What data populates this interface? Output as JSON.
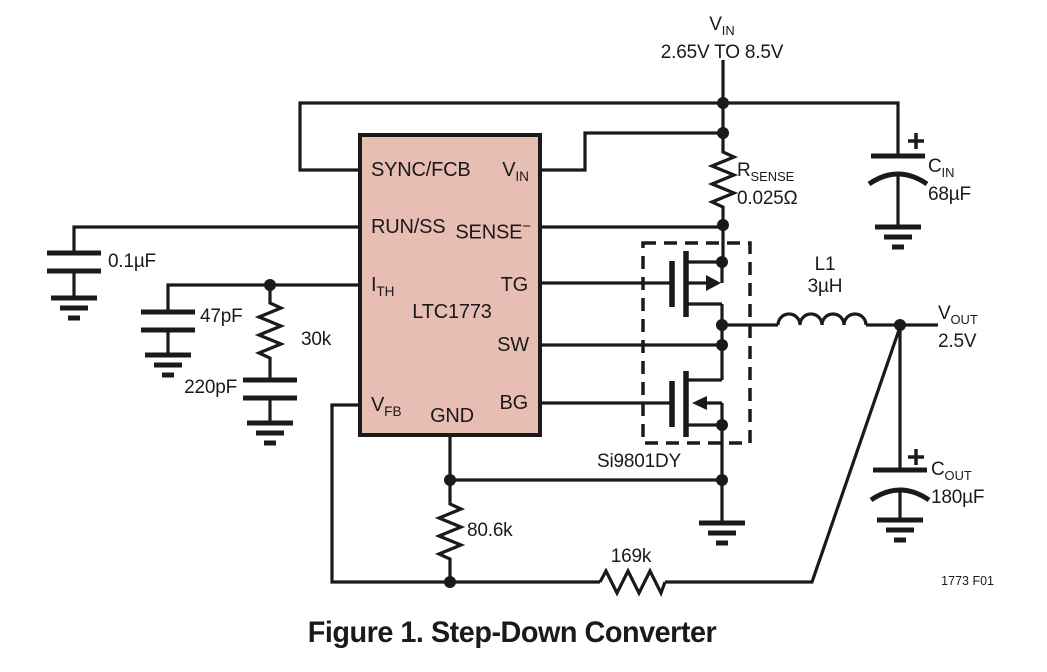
{
  "figure": {
    "caption": "Figure 1. Step-Down Converter",
    "code": "1773 F01"
  },
  "supply": {
    "sym": "V",
    "sub": "IN",
    "range": "2.65V TO 8.5V"
  },
  "ic": {
    "name": "LTC1773",
    "pins": {
      "sync_fcb": "SYNC/FCB",
      "run_ss": "RUN/SS",
      "ith_sym": "I",
      "ith_sub": "TH",
      "vfb_sym": "V",
      "vfb_sub": "FB",
      "gnd": "GND",
      "vin_sym": "V",
      "vin_sub": "IN",
      "sense_sym": "SENSE",
      "sense_sup": "−",
      "tg": "TG",
      "sw": "SW",
      "bg": "BG"
    }
  },
  "parts": {
    "rsense": {
      "sym": "R",
      "sub": "SENSE",
      "value": "0.025Ω"
    },
    "cin": {
      "sym": "C",
      "sub": "IN",
      "value": "68µF"
    },
    "cout": {
      "sym": "C",
      "sub": "OUT",
      "value": "180µF"
    },
    "vout": {
      "sym": "V",
      "sub": "OUT",
      "value": "2.5V"
    },
    "l1": {
      "name": "L1",
      "value": "3µH"
    },
    "fet_pair": {
      "name": "Si9801DY"
    },
    "c_softstart": {
      "value": "0.1µF"
    },
    "c_ith": {
      "value": "47pF"
    },
    "r_ith": {
      "value": "30k"
    },
    "c_comp": {
      "value": "220pF"
    },
    "r_fb_bottom": {
      "value": "80.6k"
    },
    "r_fb_top": {
      "value": "169k"
    }
  },
  "colors": {
    "ic_fill": "#e8bdb3",
    "wire": "#1a1a1a"
  }
}
